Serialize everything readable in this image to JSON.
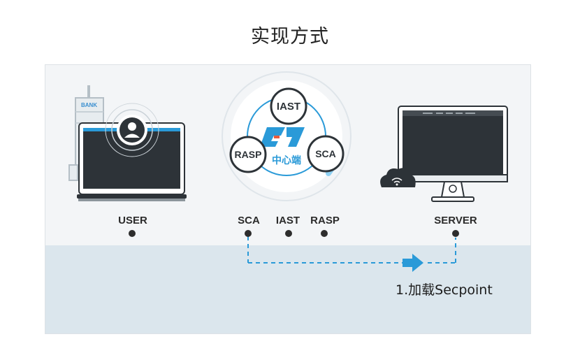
{
  "title": "实现方式",
  "nodes": {
    "user": "USER",
    "server": "SERVER",
    "bank": "BANK"
  },
  "center": {
    "top": "IAST",
    "left": "RASP",
    "right": "SCA",
    "brand": "中心端"
  },
  "modules": [
    "SCA",
    "IAST",
    "RASP"
  ],
  "step_label": "1.加载Secpoint",
  "colors": {
    "accent": "#2a9ad8",
    "dark": "#2d3338",
    "panel": "#f3f5f7",
    "panel_lower": "#dbe6ed"
  }
}
